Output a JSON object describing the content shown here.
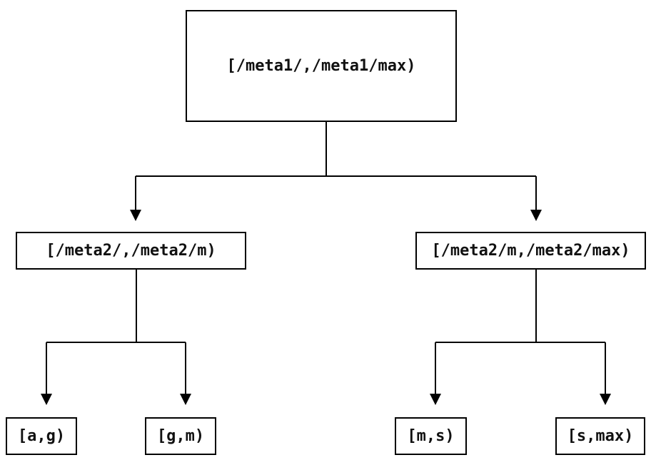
{
  "diagram": {
    "type": "interval-partition-tree",
    "background_color": "#ffffff",
    "line_color": "#000000",
    "box_border_color": "#000000",
    "text_color": "#111111",
    "nodes": {
      "root": {
        "label": "[/meta1/,/meta1/max)"
      },
      "left": {
        "label": "[/meta2/,/meta2/m)"
      },
      "right": {
        "label": "[/meta2/m,/meta2/max)"
      },
      "leaf_ag": {
        "label": "[a,g)"
      },
      "leaf_gm": {
        "label": "[g,m)"
      },
      "leaf_ms": {
        "label": "[m,s)"
      },
      "leaf_smax": {
        "label": "[s,max)"
      }
    },
    "edges": [
      {
        "from": "root",
        "to": "left"
      },
      {
        "from": "root",
        "to": "right"
      },
      {
        "from": "left",
        "to": "leaf_ag"
      },
      {
        "from": "left",
        "to": "leaf_gm"
      },
      {
        "from": "right",
        "to": "leaf_ms"
      },
      {
        "from": "right",
        "to": "leaf_smax"
      }
    ]
  }
}
